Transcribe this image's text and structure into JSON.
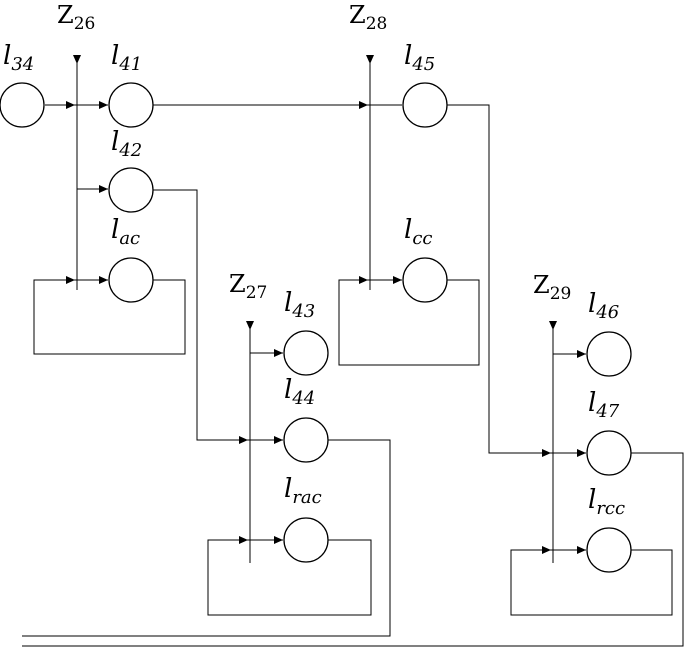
{
  "gates": [
    {
      "id": "z26",
      "base": "Z",
      "sub": "26"
    },
    {
      "id": "z28",
      "base": "Z",
      "sub": "28"
    },
    {
      "id": "z27",
      "base": "Z",
      "sub": "27"
    },
    {
      "id": "z29",
      "base": "Z",
      "sub": "29"
    }
  ],
  "nodes": [
    {
      "id": "l34",
      "base": "l",
      "sub": "34"
    },
    {
      "id": "l41",
      "base": "l",
      "sub": "41"
    },
    {
      "id": "l42",
      "base": "l",
      "sub": "42"
    },
    {
      "id": "lac",
      "base": "l",
      "sub": "ac"
    },
    {
      "id": "l45",
      "base": "l",
      "sub": "45"
    },
    {
      "id": "lcc",
      "base": "l",
      "sub": "cc"
    },
    {
      "id": "l43",
      "base": "l",
      "sub": "43"
    },
    {
      "id": "l44",
      "base": "l",
      "sub": "44"
    },
    {
      "id": "lrac",
      "base": "l",
      "sub": "rac"
    },
    {
      "id": "l46",
      "base": "l",
      "sub": "46"
    },
    {
      "id": "l47",
      "base": "l",
      "sub": "47"
    },
    {
      "id": "lrcc",
      "base": "l",
      "sub": "rcc"
    }
  ]
}
